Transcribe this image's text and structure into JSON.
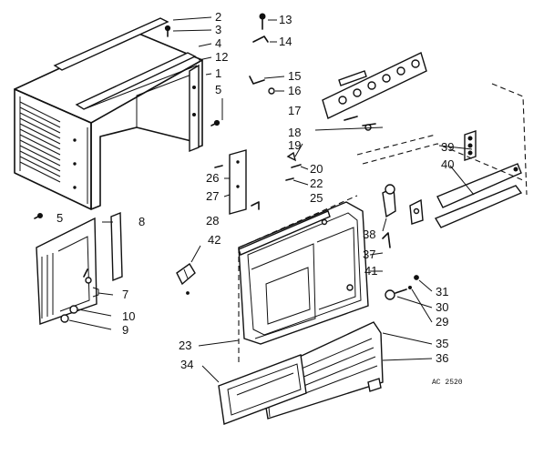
{
  "diagram": {
    "callouts": [
      {
        "id": "2",
        "text": "2"
      },
      {
        "id": "3",
        "text": "3"
      },
      {
        "id": "4",
        "text": "4"
      },
      {
        "id": "12",
        "text": "12"
      },
      {
        "id": "1",
        "text": "1"
      },
      {
        "id": "5a",
        "text": "5"
      },
      {
        "id": "13",
        "text": "13"
      },
      {
        "id": "14",
        "text": "14"
      },
      {
        "id": "15",
        "text": "15"
      },
      {
        "id": "16",
        "text": "16"
      },
      {
        "id": "17",
        "text": "17"
      },
      {
        "id": "18",
        "text": "18"
      },
      {
        "id": "19",
        "text": "19"
      },
      {
        "id": "20",
        "text": "20"
      },
      {
        "id": "22",
        "text": "22"
      },
      {
        "id": "25",
        "text": "25"
      },
      {
        "id": "26",
        "text": "26"
      },
      {
        "id": "27",
        "text": "27"
      },
      {
        "id": "28",
        "text": "28"
      },
      {
        "id": "5b",
        "text": "5"
      },
      {
        "id": "8",
        "text": "8"
      },
      {
        "id": "42",
        "text": "42"
      },
      {
        "id": "7",
        "text": "7"
      },
      {
        "id": "10",
        "text": "10"
      },
      {
        "id": "9",
        "text": "9"
      },
      {
        "id": "39",
        "text": "39"
      },
      {
        "id": "40",
        "text": "40"
      },
      {
        "id": "38",
        "text": "38"
      },
      {
        "id": "37",
        "text": "37"
      },
      {
        "id": "41",
        "text": "41"
      },
      {
        "id": "31",
        "text": "31"
      },
      {
        "id": "30",
        "text": "30"
      },
      {
        "id": "29",
        "text": "29"
      },
      {
        "id": "23",
        "text": "23"
      },
      {
        "id": "35",
        "text": "35"
      },
      {
        "id": "36",
        "text": "36"
      },
      {
        "id": "34",
        "text": "34"
      }
    ],
    "reference_code": "AC 2520"
  }
}
